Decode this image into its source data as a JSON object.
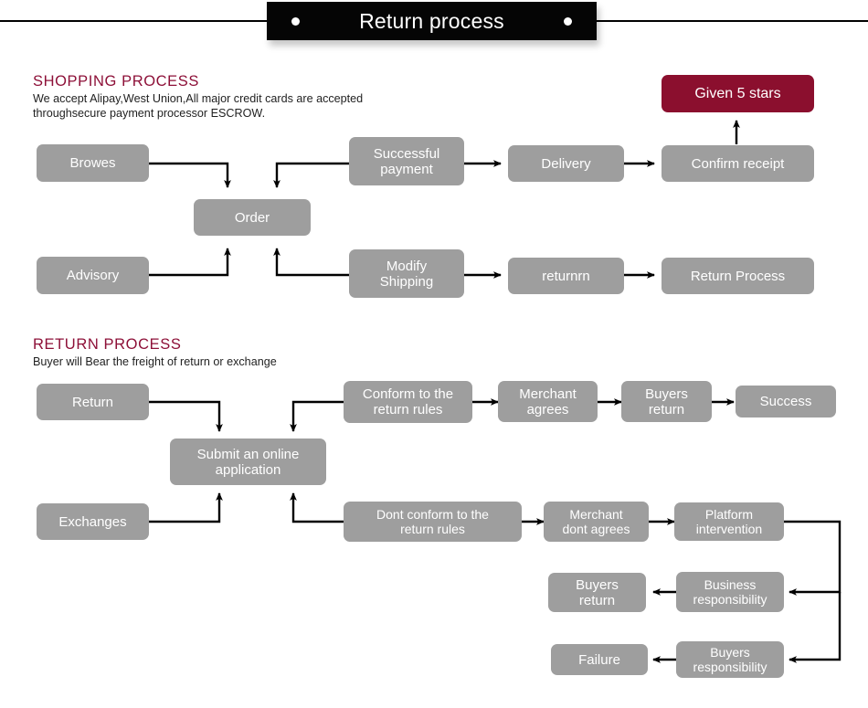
{
  "header": {
    "title": "Return process",
    "dot_left": "dot",
    "dot_right": "dot"
  },
  "shopping_section": {
    "title": "SHOPPING PROCESS",
    "description": "We accept Alipay,West Union,All major credit cards are accepted\nthroughsecure payment processor ESCROW.",
    "nodes": {
      "browes": "Browes",
      "advisory": "Advisory",
      "order": "Order",
      "successful_payment": "Successful\npayment",
      "modify_shipping": "Modify\nShipping",
      "delivery": "Delivery",
      "returnrn": "returnrn",
      "confirm_receipt": "Confirm receipt",
      "return_process": "Return Process",
      "given_5_stars": "Given 5 stars"
    }
  },
  "return_section": {
    "title": "RETURN PROCESS",
    "description": "Buyer will Bear the freight of return or exchange",
    "nodes": {
      "return": "Return",
      "exchanges": "Exchanges",
      "submit_online_application": "Submit an online\napplication",
      "conform_rules": "Conform to the\nreturn rules",
      "dont_conform_rules": "Dont conform to the\nreturn rules",
      "merchant_agrees": "Merchant\nagrees",
      "merchant_dont_agrees": "Merchant\ndont agrees",
      "buyers_return_top": "Buyers\nreturn",
      "success": "Success",
      "platform_intervention": "Platform\nintervention",
      "business_responsibility": "Business\nresponsibility",
      "buyers_return_mid": "Buyers\nreturn",
      "buyers_responsibility": "Buyers\nresponsibility",
      "failure": "Failure"
    }
  },
  "colors": {
    "box_gray": "#9e9e9e",
    "accent_maroon": "#8b0f2e",
    "heading_maroon": "#8d1038",
    "banner_black": "#050505",
    "connector_black": "#000000",
    "box_text": "#ffffff"
  }
}
